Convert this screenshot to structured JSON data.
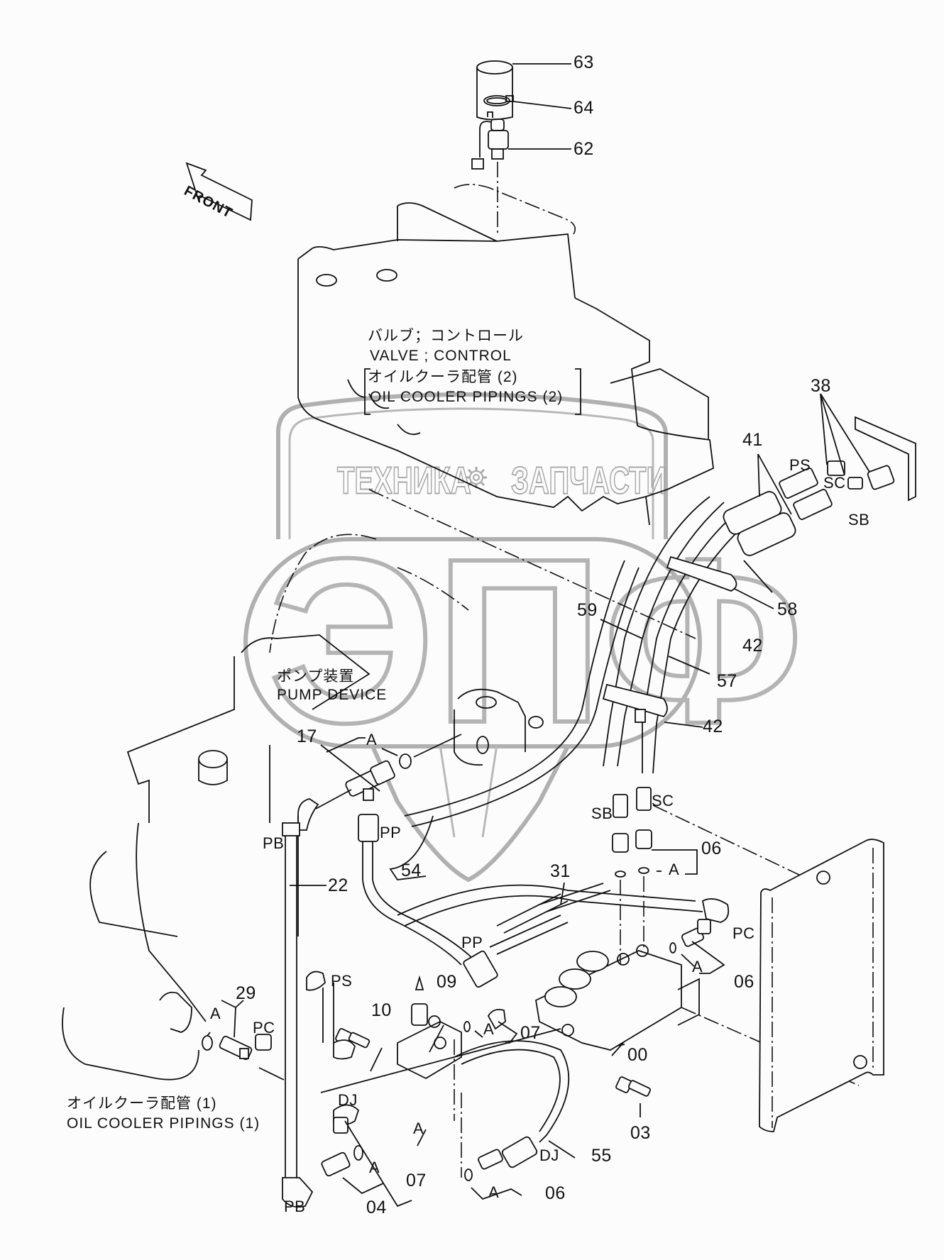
{
  "diagram": {
    "orientation_label": "FRONT",
    "assembly_notes": {
      "control_valve": {
        "jp": "バルブ；コントロール",
        "en": "VALVE ; CONTROL"
      },
      "oil_cooler_pipings_2": {
        "jp": "オイルクーラ配管 (2)",
        "en": "OIL  COOLER  PIPINGS (2)"
      },
      "pump_device": {
        "jp": "ポンプ装置",
        "en": "PUMP  DEVICE"
      },
      "oil_cooler_pipings_1": {
        "jp": "オイルクーラ配管 (1)",
        "en": "OIL  COOLER  PIPINGS (1)"
      }
    },
    "watermark": {
      "top_text_left": "ТЕХНИКА",
      "top_text_right": "ЗАПЧАСТИ",
      "big_letters": "ЭПФ",
      "gear_icon": "gear"
    },
    "part_callouts": [
      {
        "id": "63",
        "name": "cap"
      },
      {
        "id": "64",
        "name": "clamp-band"
      },
      {
        "id": "62",
        "name": "pressure-switch"
      },
      {
        "id": "38",
        "name": "adapters"
      },
      {
        "id": "41",
        "name": "hose-sleeves"
      },
      {
        "id": "42",
        "name": "hose-clamp-upper"
      },
      {
        "id": "42",
        "name": "hose-clamp-lower"
      },
      {
        "id": "58",
        "name": "hose"
      },
      {
        "id": "59",
        "name": "hose"
      },
      {
        "id": "57",
        "name": "hose"
      },
      {
        "id": "17",
        "name": "tee-fitting"
      },
      {
        "id": "54",
        "name": "hose-pp"
      },
      {
        "id": "22",
        "name": "pipe-pb"
      },
      {
        "id": "31",
        "name": "hose-pc"
      },
      {
        "id": "06",
        "name": "adapter-sb-sc"
      },
      {
        "id": "06",
        "name": "adapter-pc"
      },
      {
        "id": "06",
        "name": "adapter-dj"
      },
      {
        "id": "09",
        "name": "valve"
      },
      {
        "id": "10",
        "name": "bolt"
      },
      {
        "id": "07",
        "name": "adapter-upper"
      },
      {
        "id": "07",
        "name": "adapter-lower"
      },
      {
        "id": "00",
        "name": "solenoid-valve"
      },
      {
        "id": "03",
        "name": "bolt"
      },
      {
        "id": "29",
        "name": "tee-fitting-lower"
      },
      {
        "id": "04",
        "name": "adapter-pb"
      },
      {
        "id": "55",
        "name": "hose-dj"
      }
    ],
    "port_labels": {
      "ps_top": "PS",
      "sc_top": "SC",
      "sb_top": "SB",
      "sb_mid": "SB",
      "sc_mid": "SC",
      "pb_upper": "PB",
      "pp_upper": "PP",
      "pp_lower": "PP",
      "pc_right": "PC",
      "ps_lower": "PS",
      "pc_left": "PC",
      "dj_left": "DJ",
      "dj_right": "DJ",
      "pb_lower": "PB"
    },
    "oring_label": "A"
  }
}
